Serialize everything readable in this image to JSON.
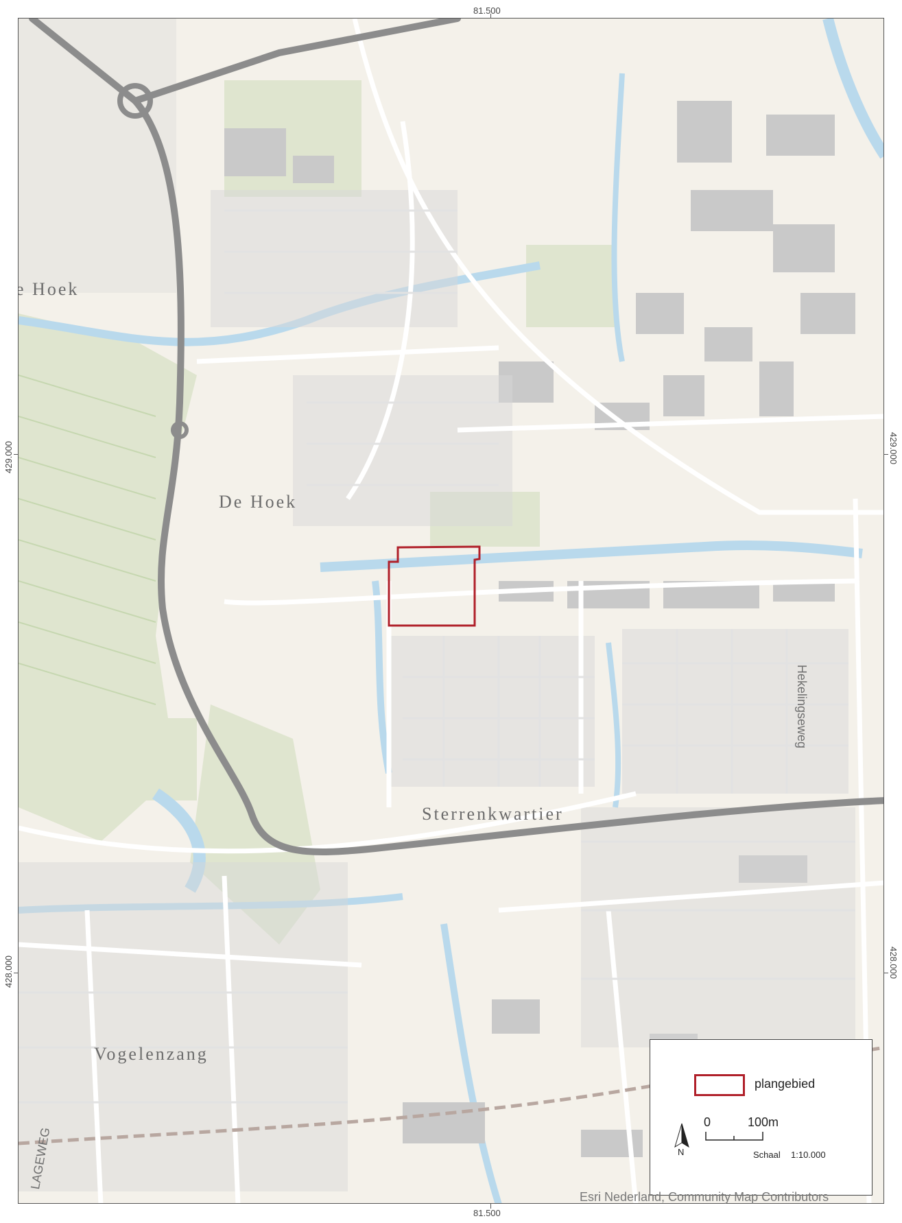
{
  "coordinates": {
    "top": "81.500",
    "bottom": "81.500",
    "left_upper": "429.000",
    "left_lower": "428.000",
    "right_upper": "429.000",
    "right_lower": "428.000"
  },
  "places": {
    "hoek_partial": "e Hoek",
    "de_hoek": "De Hoek",
    "sterrenkwartier": "Sterrenkwartier",
    "vogelenzang": "Vogelenzang"
  },
  "streets": {
    "hekelingseweg": "Hekelingseweg",
    "lageweg_partial": "LAGEWEG"
  },
  "legend": {
    "plan_area_label": "plangebied",
    "north_label": "N",
    "scale_zero": "0",
    "scale_100": "100m",
    "scale_word": "Schaal",
    "scale_ratio": "1:10.000"
  },
  "attribution": "Esri Nederland, Community Map Contributors",
  "colors": {
    "land": "#f4f1ea",
    "water": "#b9d9ec",
    "green": "#dfe5cf",
    "road": "#ffffff",
    "highway": "#8c8c8c",
    "building": "#c9c9c9",
    "plan_area": "#b0202a"
  }
}
